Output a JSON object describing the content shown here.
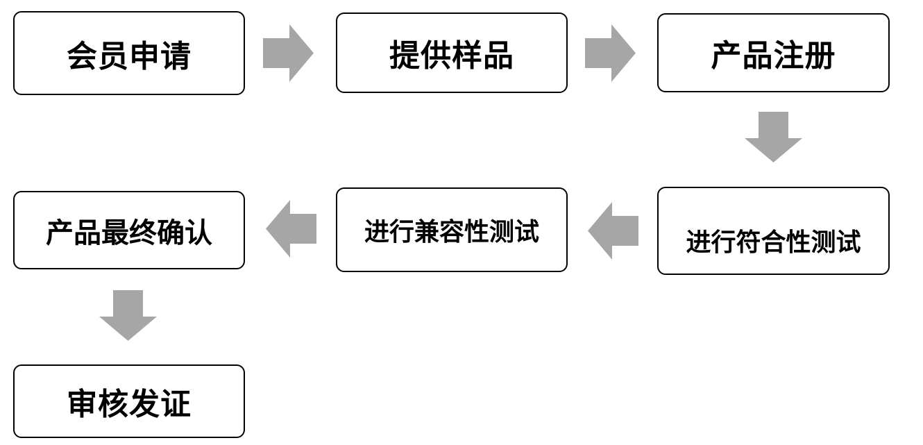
{
  "flow": {
    "steps": [
      "会员申请",
      "提供样品",
      "产品注册",
      "进行符合性测试",
      "进行兼容性测试",
      "产品最终确认",
      "审核发证"
    ]
  },
  "colors": {
    "box_border": "#000000",
    "box_fill": "#ffffff",
    "arrow": "#a6a6a6",
    "text": "#000000"
  },
  "icons": [
    "arrow-right-icon",
    "arrow-down-icon",
    "arrow-left-icon"
  ]
}
